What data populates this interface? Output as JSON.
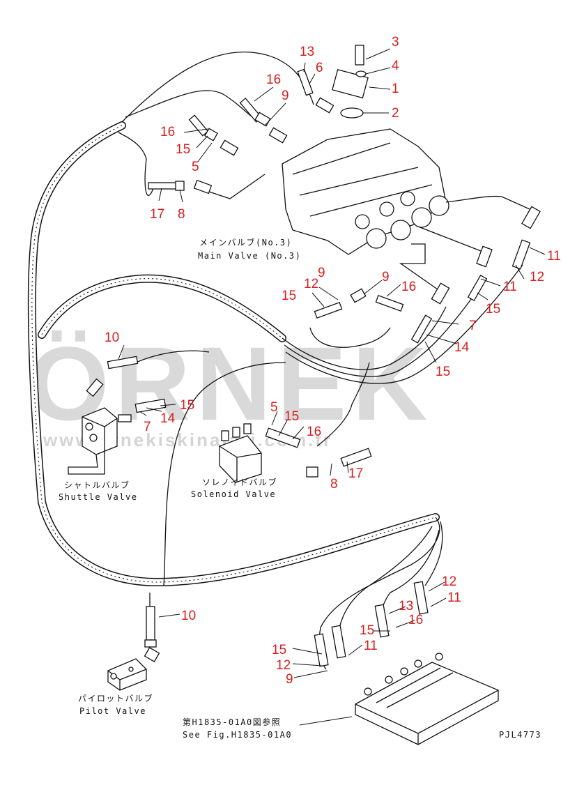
{
  "watermark": {
    "brand": "ÖRNEK",
    "url": "www.ornekiskinalari.com.tr"
  },
  "labels": {
    "main_valve_jp": "メインバルブ(No.3)",
    "main_valve_en": "Main Valve (No.3)",
    "shuttle_valve_jp": "シャトルバルブ",
    "shuttle_valve_en": "Shuttle Valve",
    "solenoid_valve_jp": "ソレノイドバルブ",
    "solenoid_valve_en": "Solenoid Valve",
    "pilot_valve_jp": "パイロットバルブ",
    "pilot_valve_en": "Pilot Valve",
    "see_fig_jp": "第H1835-01A0図参照",
    "see_fig_en": "See Fig.H1835-01A0",
    "drawing_code": "PJL4773"
  },
  "callouts": [
    "3",
    "4",
    "1",
    "2",
    "13",
    "6",
    "16",
    "9",
    "16",
    "15",
    "5",
    "17",
    "8",
    "11",
    "12",
    "11",
    "15",
    "9",
    "16",
    "15",
    "12",
    "9",
    "7",
    "14",
    "15",
    "10",
    "15",
    "7",
    "14",
    "5",
    "15",
    "16",
    "8",
    "17",
    "10",
    "12",
    "11",
    "13",
    "16",
    "15",
    "11",
    "15",
    "12",
    "9"
  ]
}
